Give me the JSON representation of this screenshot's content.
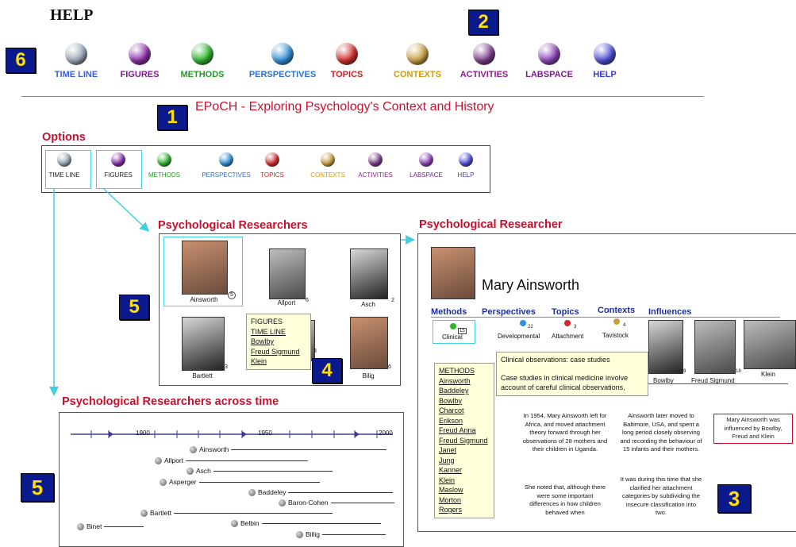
{
  "page": {
    "title": "HELP"
  },
  "colors": {
    "accent_red": "#c8102e",
    "badge_bg": "#0a1a8c",
    "badge_fg": "#ffe000",
    "highlight": "#40d0e0"
  },
  "nav": [
    {
      "label": "TIME LINE",
      "icon": "timeline-icon",
      "color": "#3a5fd0",
      "bg": "#9aa8b8"
    },
    {
      "label": "FIGURES",
      "icon": "figures-icon",
      "color": "#7a1d8c",
      "bg": "#8a2ca8"
    },
    {
      "label": "METHODS",
      "icon": "methods-icon",
      "color": "#249b24",
      "bg": "#2bb52b"
    },
    {
      "label": "PERSPECTIVES",
      "icon": "perspectives-icon",
      "color": "#2c6fd0",
      "bg": "#2f8fd8"
    },
    {
      "label": "TOPICS",
      "icon": "topics-icon",
      "color": "#cc1f1f",
      "bg": "#d22a2a"
    },
    {
      "label": "CONTEXTS",
      "icon": "contexts-icon",
      "color": "#d49a00",
      "bg": "#c8a040"
    },
    {
      "label": "ACTIVITIES",
      "icon": "activities-icon",
      "color": "#8a1f8a",
      "bg": "#7a3a8a"
    },
    {
      "label": "LABSPACE",
      "icon": "labspace-icon",
      "color": "#7a1d8c",
      "bg": "#8a40b8"
    },
    {
      "label": "HELP",
      "icon": "help-icon",
      "color": "#3a3ad0",
      "bg": "#4b4bd8"
    }
  ],
  "badges": {
    "b1": "1",
    "b2": "2",
    "b3": "3",
    "b4": "4",
    "b5a": "5",
    "b5b": "5",
    "b6": "6"
  },
  "epoch_title": "EPoCH - Exploring Psychology's Context and History",
  "options_title": "Options",
  "researchers_title": "Psychological Researchers",
  "researchers": [
    {
      "name": "Ainsworth",
      "count": "5"
    },
    {
      "name": "Allport",
      "count": "6"
    },
    {
      "name": "Asch",
      "count": "2"
    },
    {
      "name": "Bartlett",
      "count": "3"
    },
    {
      "name": "Bilig",
      "count": "6"
    }
  ],
  "hidden_count": "3",
  "popup_figures": {
    "head1": "FIGURES",
    "head2": "TIME LINE",
    "links": [
      "Bowlby",
      "Freud Sigmund",
      "Klein"
    ]
  },
  "timeline_title": "Psychological Researchers across time",
  "timeline": {
    "ticks": [
      "1900",
      "1950",
      "2000"
    ],
    "rows": [
      "Ainsworth",
      "Allport",
      "Asch",
      "Asperger",
      "Baddeley",
      "Baron-Cohen",
      "Bartlett",
      "Belbin",
      "Binet",
      "Billig"
    ]
  },
  "researcher_title": "Psychological Researcher",
  "researcher": {
    "name": "Mary Ainsworth",
    "tabs": [
      "Methods",
      "Perspectives",
      "Topics",
      "Contexts",
      "Influences"
    ],
    "method": "Clinical",
    "method_count": "15",
    "perspective": "Developmental",
    "perspective_count": "22",
    "topic": "Attachment",
    "topic_count": "3",
    "context": "Tavistock",
    "context_count": "4",
    "influences": [
      {
        "name": "Bowlby",
        "count": "9"
      },
      {
        "name": "Freud Sigmund",
        "count": "18"
      },
      {
        "name": "Klein",
        "count": ""
      }
    ],
    "tooltip_title": "Clinical observations: case studies",
    "tooltip_body": "Case studies in clinical medicine involve account of careful clinical observations,",
    "methods_list_head": "METHODS",
    "methods_list": [
      "Ainsworth",
      "Baddeley",
      "Bowlby",
      "Charcot",
      "Erikson",
      "Freud Anna",
      "Freud Sigmund",
      "Janet",
      "Jung",
      "Kanner",
      "Klein",
      "Maslow",
      "Morton",
      "Rogers"
    ],
    "text1": "In 1954, Mary Ainsworth left for Africa, and moved attachment theory forward through her observations of 28 mothers and their children in Uganda.",
    "text2": "She noted that, although there were some important differences in how children behaved when",
    "text3": "Ainsworth later moved to Baltimore, USA, and spent a long period closely observing and recording the behaviour of 15 infants and their mothers.",
    "text4": "It was during this time that she clarified her attachment categories by subdividing the insecure classification into two.",
    "influence_note": "Mary Ainsworth was influenced by Bowlby, Freud and Klein"
  }
}
